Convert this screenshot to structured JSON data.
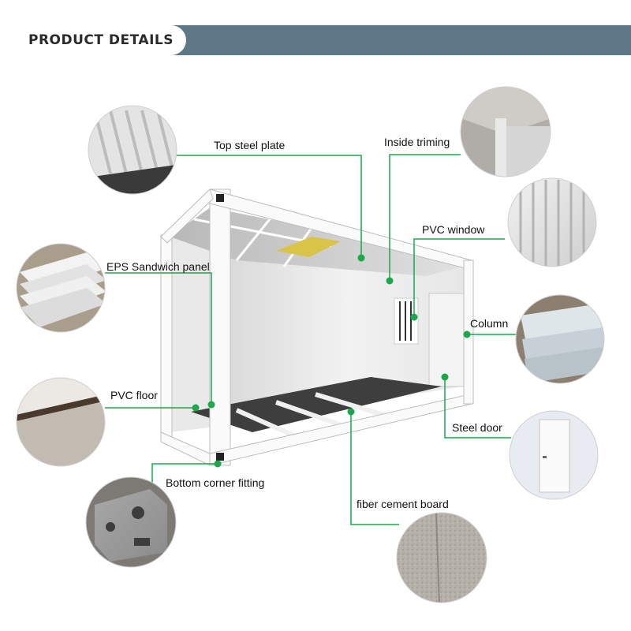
{
  "header": {
    "title": "PRODUCT DETAILS"
  },
  "colors": {
    "header_band": "#5f7888",
    "callout_line": "#1aa84a",
    "text": "#111111"
  },
  "callouts": [
    {
      "id": "top-steel-plate",
      "label": "Top steel plate"
    },
    {
      "id": "inside-triming",
      "label": "Inside triming"
    },
    {
      "id": "pvc-window",
      "label": "PVC window"
    },
    {
      "id": "eps-sandwich-panel",
      "label": "EPS Sandwich panel"
    },
    {
      "id": "column",
      "label": "Column"
    },
    {
      "id": "pvc-floor",
      "label": "PVC floor"
    },
    {
      "id": "steel-door",
      "label": "Steel door"
    },
    {
      "id": "bottom-corner-fitting",
      "label": "Bottom corner fitting"
    },
    {
      "id": "fiber-cement-board",
      "label": "fiber cement board"
    }
  ]
}
